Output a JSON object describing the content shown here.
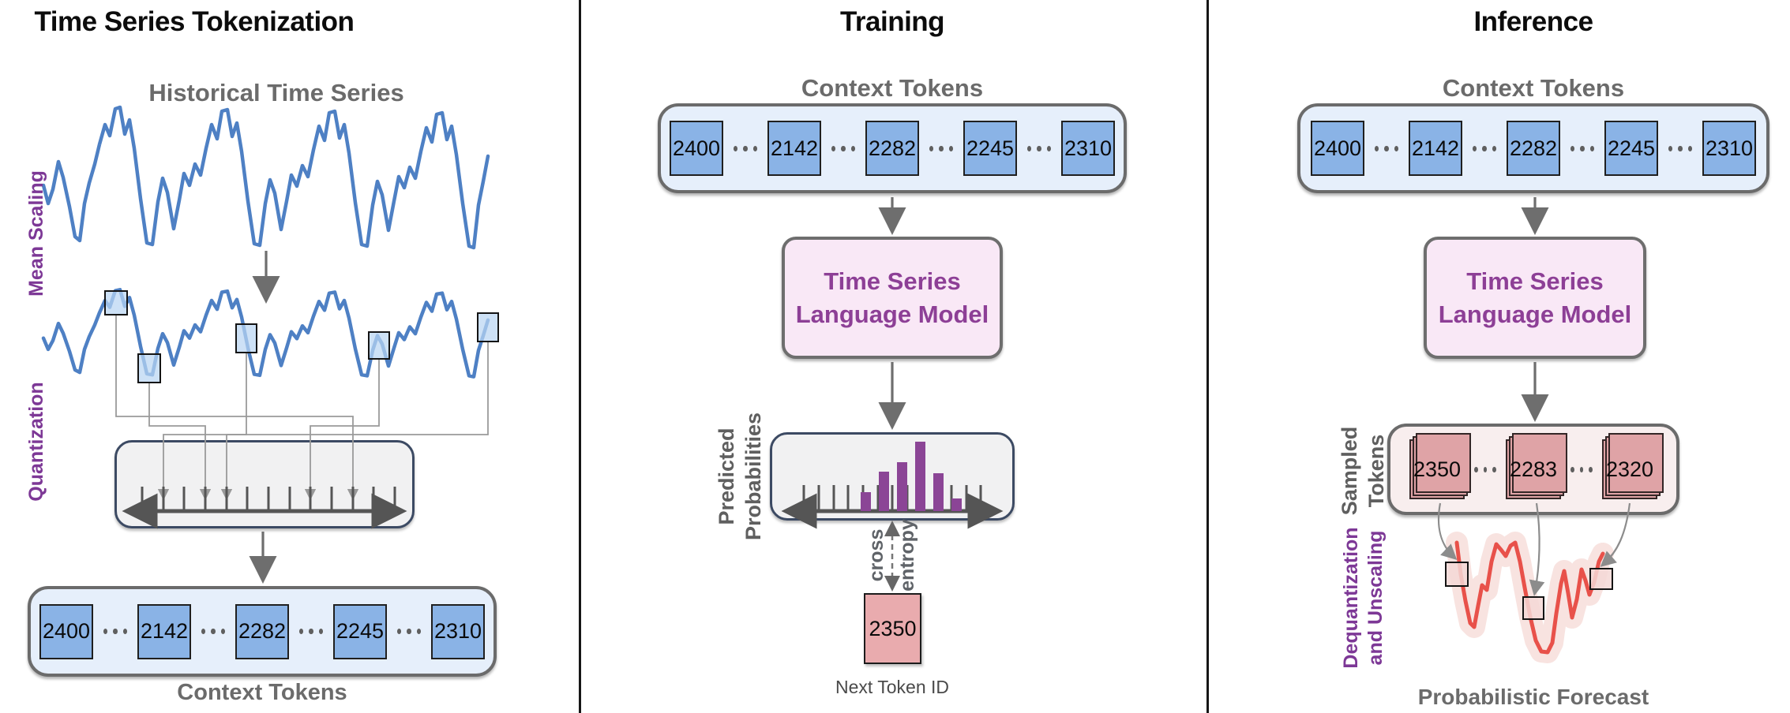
{
  "colors": {
    "series_blue": "#4e80c4",
    "token_blue": "#8ab3e6",
    "container_blue": "#e6effb",
    "process_gray_fill": "#f1f1f2",
    "process_navy_border": "#3c4a63",
    "model_pink_fill": "#f9e8f6",
    "model_purple_text": "#8d3f96",
    "histogram_purple": "#8b4596",
    "next_token_pink": "#e9abae",
    "sampled_token_salmon": "#dfa3a6",
    "sampled_container_pink": "#f8eeee",
    "forecast_red": "#e8514a",
    "forecast_band": "#f7dedb",
    "label_gray": "#6b6b6b",
    "rotated_purple": "#7d3896",
    "arrow_gray": "#6e6e6e"
  },
  "panel_tokenization": {
    "title": "Time Series Tokenization",
    "historical_label": "Historical Time Series",
    "mean_scaling_label": "Mean Scaling",
    "quantization_label": "Quantization",
    "tokens": [
      "2400",
      "2142",
      "2282",
      "2245",
      "2310"
    ],
    "tokens_label": "Context Tokens",
    "ellipsis": "···"
  },
  "panel_training": {
    "title": "Training",
    "context_label": "Context Tokens",
    "tokens": [
      "2400",
      "2142",
      "2282",
      "2245",
      "2310"
    ],
    "model_line1": "Time Series",
    "model_line2": "Language Model",
    "predicted_line1": "Predicted",
    "predicted_line2": "Probabilities",
    "loss_line1": "cross",
    "loss_line2": "entropy",
    "next_token": "2350",
    "next_token_label": "Next Token ID",
    "histogram_heights": [
      24,
      50,
      62,
      88,
      48,
      16
    ]
  },
  "panel_inference": {
    "title": "Inference",
    "context_label": "Context Tokens",
    "tokens": [
      "2400",
      "2142",
      "2282",
      "2245",
      "2310"
    ],
    "model_line1": "Time Series",
    "model_line2": "Language Model",
    "sampled_line1": "Sampled",
    "sampled_line2": "Tokens",
    "sampled_tokens": [
      "2350",
      "2283",
      "2320"
    ],
    "dequant_line1": "Dequantization",
    "dequant_line2": "and Unscaling",
    "forecast_label": "Probabilistic Forecast"
  }
}
